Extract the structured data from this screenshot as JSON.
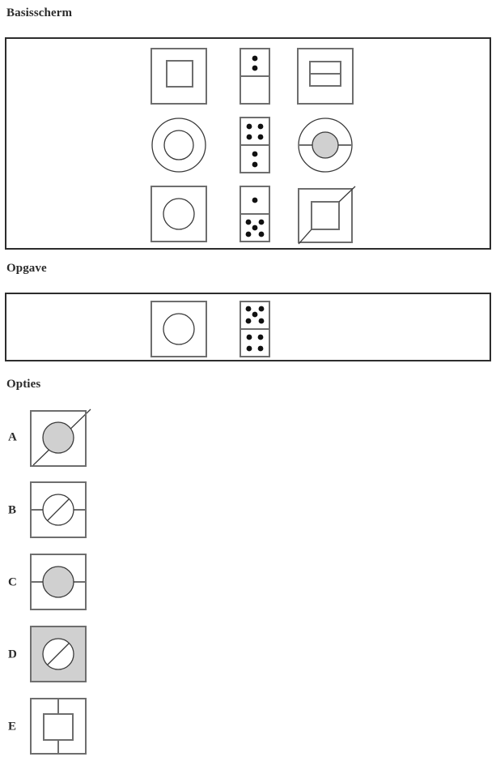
{
  "headings": {
    "base": "Basisscherm",
    "task": "Opgave",
    "options": "Opties"
  },
  "colors": {
    "frame": "#2d2d2d",
    "stroke": "#6e6e6e",
    "thin_stroke": "#3a3a3a",
    "fill_gray": "#d0d0d0",
    "dot": "#111111",
    "background": "#ffffff",
    "text": "#2b2b2b"
  },
  "base_matrix": {
    "rows": [
      {
        "cells": [
          {
            "name": "square-in-square",
            "kind": "shape",
            "description": "outer square containing a smaller square"
          },
          {
            "name": "domino-2-0",
            "kind": "domino",
            "top_pips": 2,
            "bottom_pips": 0
          },
          {
            "name": "square-with-split-rectangle",
            "kind": "shape",
            "description": "outer square containing a rectangle divided by a horizontal line"
          }
        ]
      },
      {
        "cells": [
          {
            "name": "circle-in-circle",
            "kind": "shape",
            "description": "outer circle containing a smaller circle"
          },
          {
            "name": "domino-4-2",
            "kind": "domino",
            "top_pips": 4,
            "bottom_pips": 2
          },
          {
            "name": "circle-with-gray-circle-and-line",
            "kind": "shape",
            "description": "outer circle containing a gray filled circle crossed by a horizontal line"
          }
        ]
      },
      {
        "cells": [
          {
            "name": "circle-in-square",
            "kind": "shape",
            "description": "square containing a circle"
          },
          {
            "name": "domino-1-5",
            "kind": "domino",
            "top_pips": 1,
            "bottom_pips": 5
          },
          {
            "name": "square-in-square-with-diagonals",
            "kind": "shape",
            "description": "square containing a smaller square with diagonal lines to two corners"
          }
        ]
      }
    ]
  },
  "task_row": {
    "cells": [
      {
        "name": "circle-in-square",
        "kind": "shape",
        "description": "square containing a circle"
      },
      {
        "name": "domino-5-4",
        "kind": "domino",
        "top_pips": 5,
        "bottom_pips": 4
      }
    ]
  },
  "options": [
    {
      "letter": "A",
      "name": "option-a-gray-circle-with-diagonal",
      "description": "square with diagonal line from bottom-left to top-right and a gray circle centred on it"
    },
    {
      "letter": "B",
      "name": "option-b-white-circle-with-diagonal-and-horizontal",
      "description": "square with a horizontal line and a white circle containing a diagonal line"
    },
    {
      "letter": "C",
      "name": "option-c-gray-circle-with-horizontal",
      "description": "square with a horizontal line and a gray filled circle"
    },
    {
      "letter": "D",
      "name": "option-d-gray-square-white-circle-diagonal",
      "description": "gray filled square containing a white circle with a diagonal line"
    },
    {
      "letter": "E",
      "name": "option-e-square-in-square-with-verticals",
      "description": "square containing a smaller square with vertical connector lines"
    }
  ]
}
